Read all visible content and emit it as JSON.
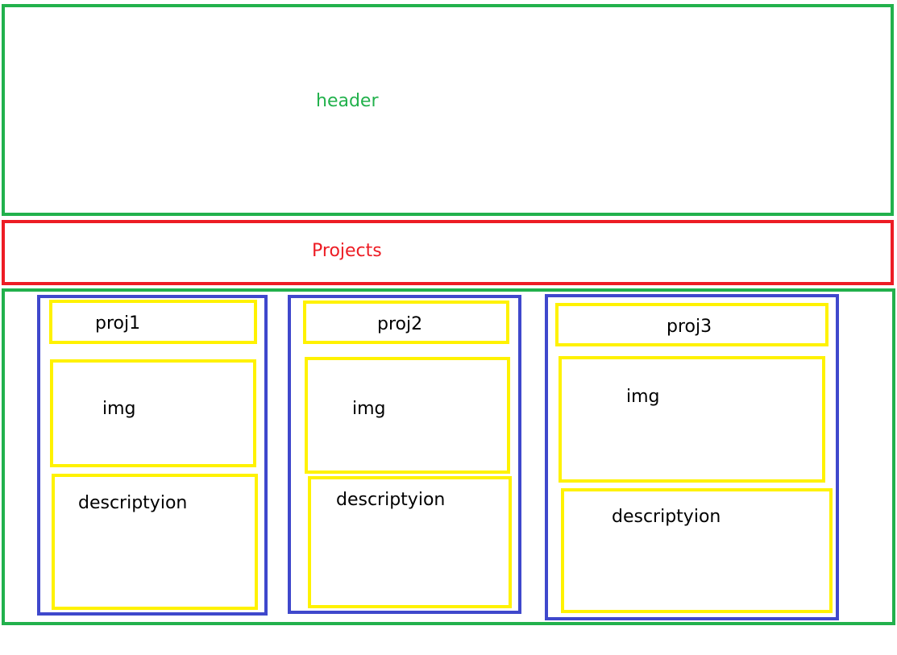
{
  "header": {
    "label": "header"
  },
  "projects_bar": {
    "label": "Projects"
  },
  "projects": [
    {
      "title": "proj1",
      "img_label": "img",
      "description_label": "descriptyion"
    },
    {
      "title": "proj2",
      "img_label": "img",
      "description_label": "descriptyion"
    },
    {
      "title": "proj3",
      "img_label": "img",
      "description_label": "descriptyion"
    }
  ],
  "colors": {
    "header_border": "#22b14c",
    "projects_border": "#ed1c24",
    "container_border": "#22b14c",
    "card_border": "#3f48cc",
    "inner_border": "#fff200",
    "header_text": "#22b14c",
    "projects_text": "#ed1c24",
    "inner_text": "#000000"
  }
}
